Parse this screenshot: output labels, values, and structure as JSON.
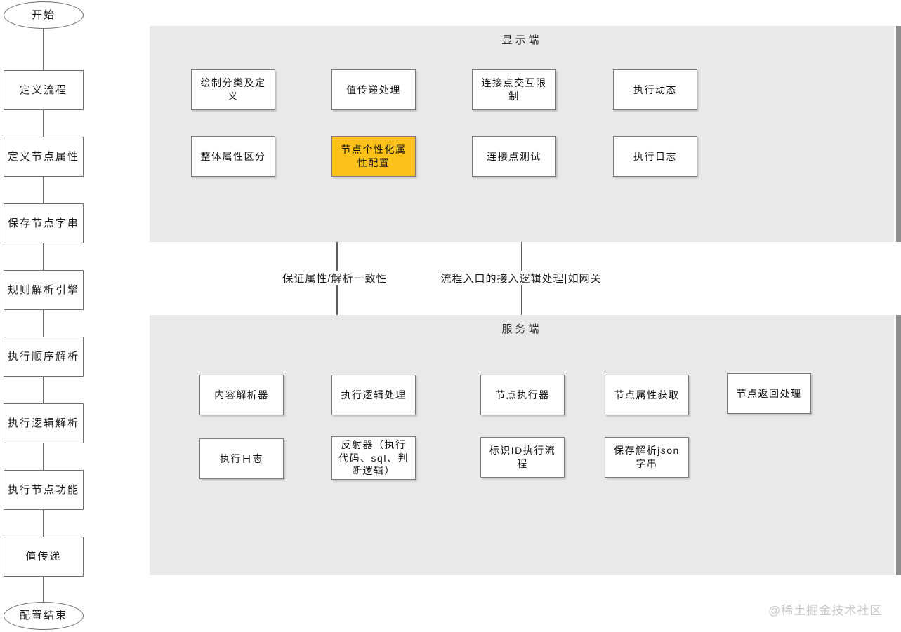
{
  "left_flow": {
    "nodes": [
      {
        "label": "开始",
        "type": "terminal"
      },
      {
        "label": "定义流程",
        "type": "process"
      },
      {
        "label": "定义节点属性",
        "type": "process"
      },
      {
        "label": "保存节点字串",
        "type": "process"
      },
      {
        "label": "规则解析引擎",
        "type": "process"
      },
      {
        "label": "执行顺序解析",
        "type": "process"
      },
      {
        "label": "执行逻辑解析",
        "type": "process"
      },
      {
        "label": "执行节点功能",
        "type": "process"
      },
      {
        "label": "值传递",
        "type": "process"
      },
      {
        "label": "配置结束",
        "type": "terminal"
      }
    ]
  },
  "display_panel": {
    "title": "显示端",
    "boxes": [
      {
        "label": "绘制分类及定义",
        "highlight": false
      },
      {
        "label": "值传递处理",
        "highlight": false
      },
      {
        "label": "连接点交互限制",
        "highlight": false
      },
      {
        "label": "执行动态",
        "highlight": false
      },
      {
        "label": "整体属性区分",
        "highlight": false
      },
      {
        "label": "节点个性化属性配置",
        "highlight": true
      },
      {
        "label": "连接点测试",
        "highlight": false
      },
      {
        "label": "执行日志",
        "highlight": false
      }
    ]
  },
  "connectors": {
    "label_left": "保证属性/解析一致性",
    "label_right": "流程入口的接入逻辑处理|如网关"
  },
  "server_panel": {
    "title": "服务端",
    "boxes": [
      {
        "label": "内容解析器"
      },
      {
        "label": "执行逻辑处理"
      },
      {
        "label": "节点执行器"
      },
      {
        "label": "节点属性获取"
      },
      {
        "label": "节点返回处理"
      },
      {
        "label": "执行日志"
      },
      {
        "label": "反射器（执行代码、sql、判断逻辑）"
      },
      {
        "label": "标识ID执行流程"
      },
      {
        "label": "保存解析json字串"
      }
    ]
  },
  "watermark": "@稀土掘金技术社区",
  "colors": {
    "panel_bg": "#e9e9e9",
    "highlight": "#fcc21b",
    "box_border": "#7a7a7a",
    "line": "#5f5f5f",
    "edge_strip": "#8d8d8d",
    "watermark": "#c9c9c9"
  }
}
